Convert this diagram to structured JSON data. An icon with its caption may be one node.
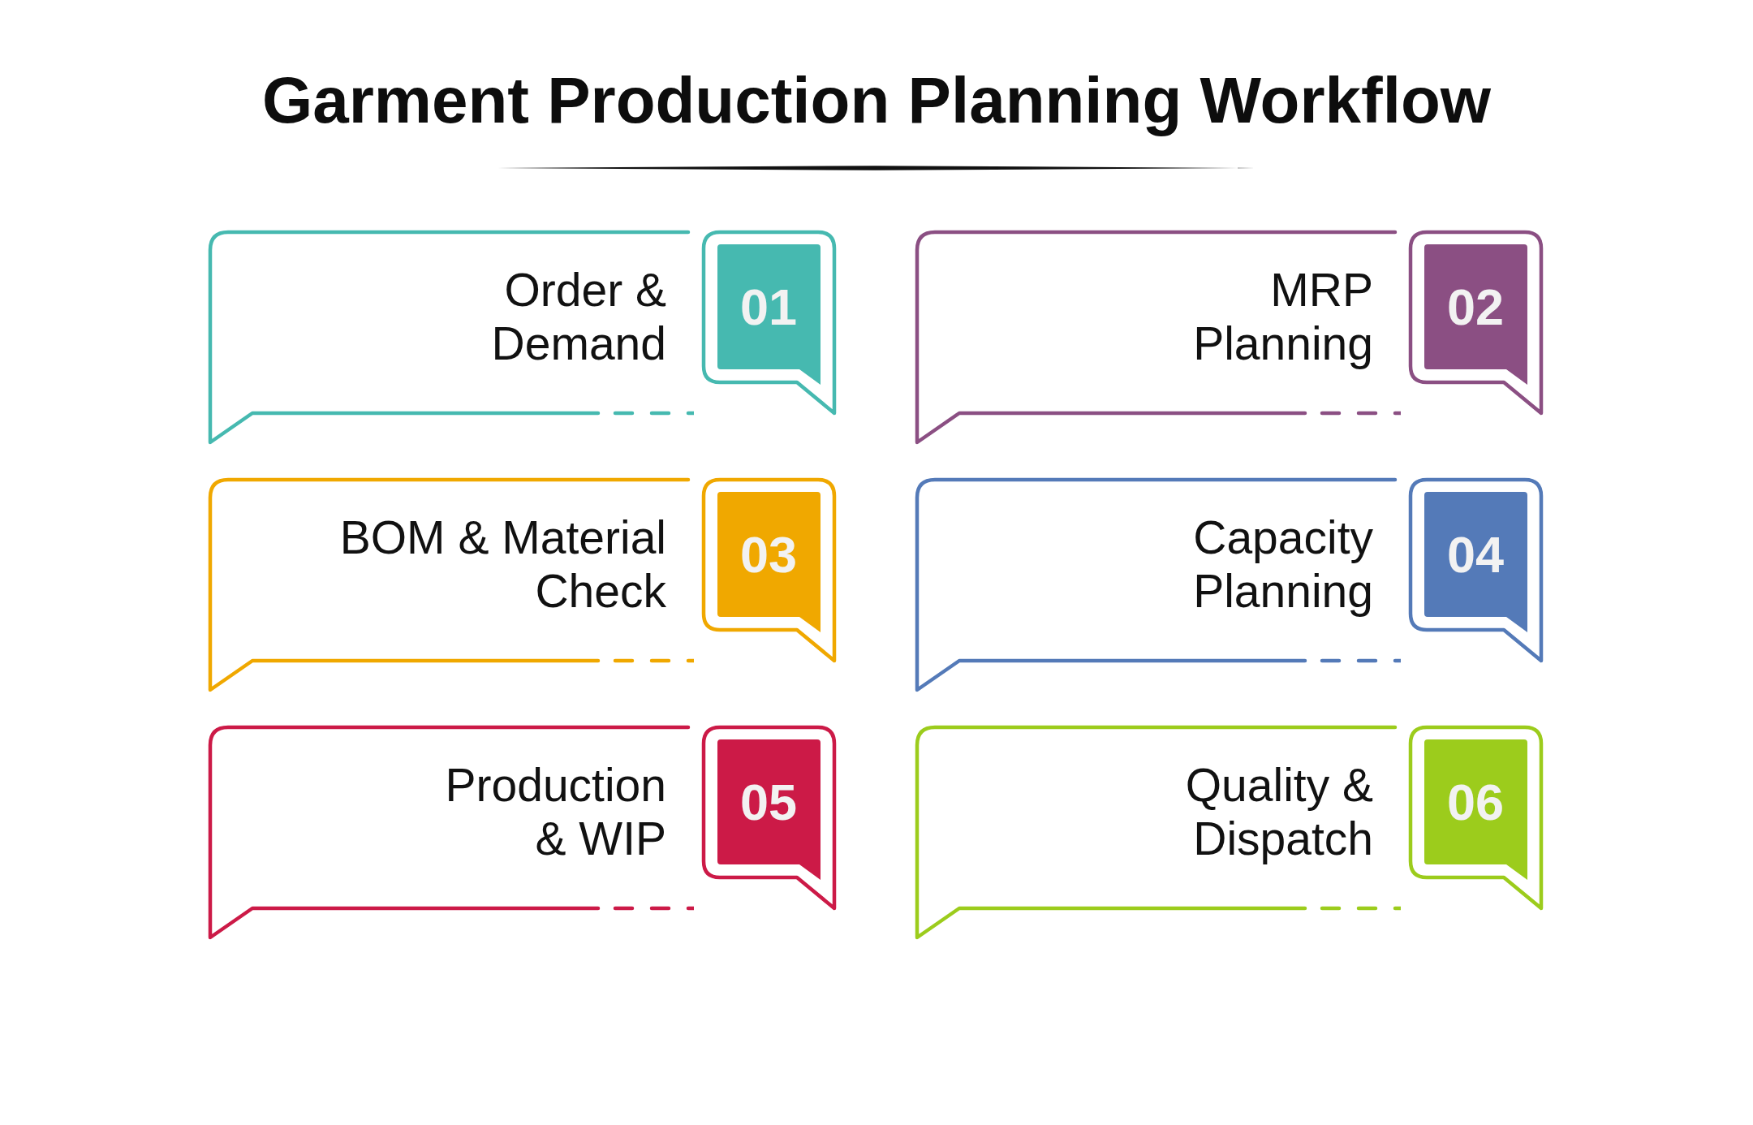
{
  "diagram": {
    "title": "Garment Production Planning Workflow",
    "nodes": [
      {
        "text": [
          "Order & Demand"
        ]
      },
      {
        "text": [
          "01"
        ],
        "in": 0
      },
      {
        "text": [
          "MRP Planning"
        ]
      },
      {
        "text": [
          "02"
        ],
        "in": 2
      },
      {
        "text": [
          "BOM & Material Check"
        ]
      },
      {
        "text": [
          "03"
        ],
        "in": 4
      },
      {
        "text": [
          "Capacity Planning"
        ]
      },
      {
        "text": [
          "04"
        ],
        "in": 6
      },
      {
        "text": [
          "Production & WIP"
        ]
      },
      {
        "text": [
          "05"
        ],
        "in": 8
      },
      {
        "text": [
          "Quality & Dispatch"
        ]
      },
      {
        "text": [
          "06"
        ],
        "in": 10
      }
    ]
  }
}
